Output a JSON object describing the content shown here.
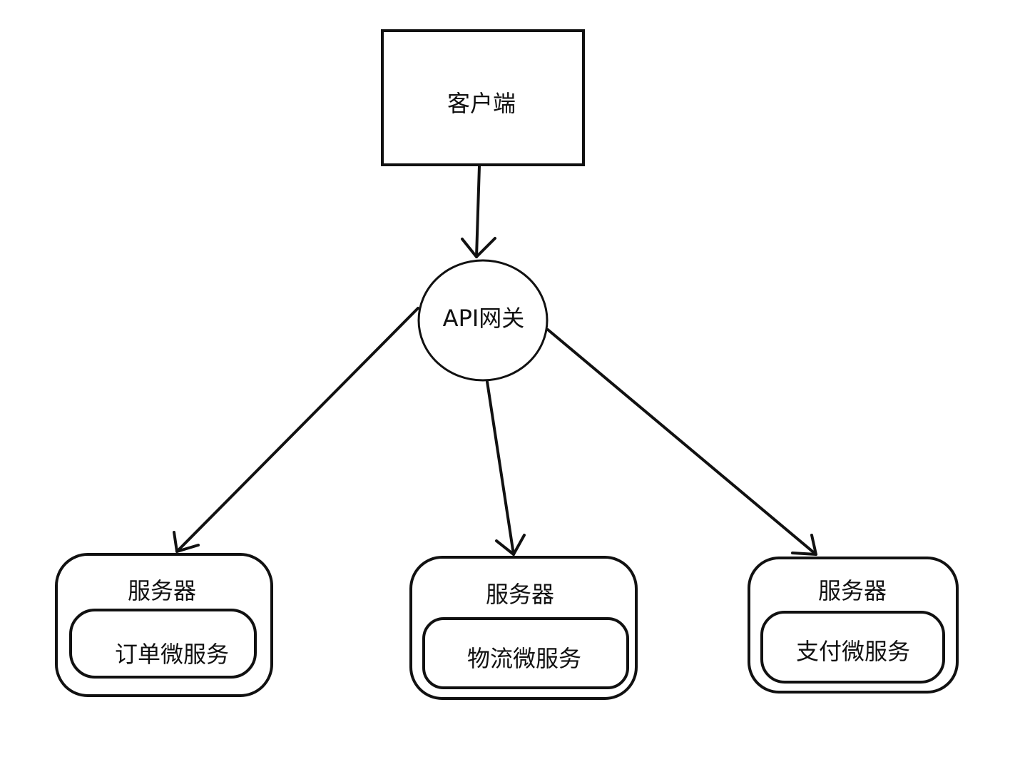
{
  "diagram": {
    "client": {
      "label": "客户端"
    },
    "gateway": {
      "label": "API网关"
    },
    "servers": [
      {
        "container_label": "服务器",
        "service_label": "订单微服务"
      },
      {
        "container_label": "服务器",
        "service_label": "物流微服务"
      },
      {
        "container_label": "服务器",
        "service_label": "支付微服务"
      }
    ]
  }
}
